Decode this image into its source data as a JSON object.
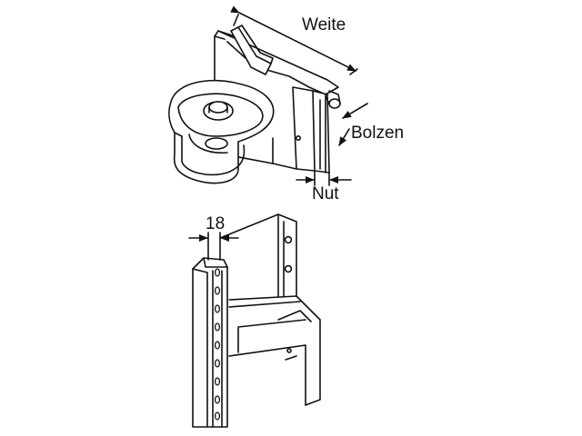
{
  "labels": {
    "weite": "Weite",
    "bolzen": "Bolzen",
    "nut": "Nut",
    "dimension_18": "18"
  },
  "colors": {
    "line": "#111111",
    "fill": "#ffffff"
  }
}
